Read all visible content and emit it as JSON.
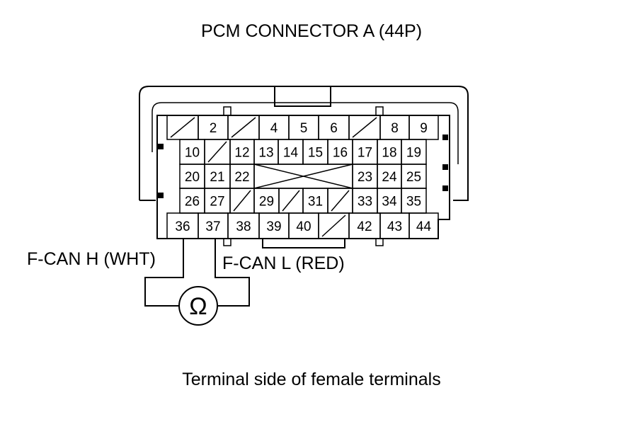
{
  "diagram": {
    "title": "PCM CONNECTOR A (44P)",
    "caption": "Terminal side of female terminals",
    "wire_h_label": "F-CAN H (WHT)",
    "wire_l_label": "F-CAN L (RED)",
    "meter_symbol": "Ω",
    "terminals": {
      "row1": [
        "",
        "2",
        "",
        "4",
        "5",
        "6",
        "",
        "8",
        "9"
      ],
      "row2": [
        "10",
        "",
        "12",
        "13",
        "14",
        "15",
        "16",
        "17",
        "18",
        "19"
      ],
      "row3": [
        "20",
        "21",
        "22",
        "23",
        "24",
        "25"
      ],
      "row4": [
        "26",
        "27",
        "",
        "29",
        "",
        "31",
        "",
        "33",
        "34",
        "35"
      ],
      "row5": [
        "36",
        "37",
        "38",
        "39",
        "40",
        "",
        "42",
        "43",
        "44"
      ]
    }
  }
}
